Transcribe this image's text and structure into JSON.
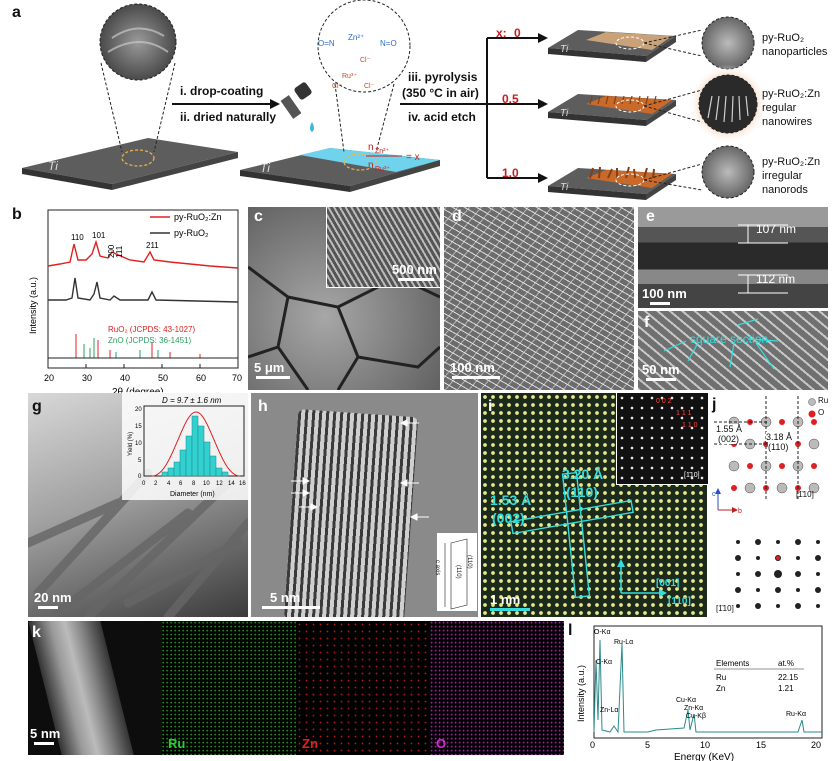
{
  "panel_a": {
    "label": "a",
    "step1": "i. drop-coating",
    "step2": "ii. dried naturally",
    "step3": "iii. pyrolysis",
    "step3b": "(350 °C in air)",
    "step4": "iv. acid etch",
    "ratio_top": "n",
    "ratio_top_sub": "Zn²⁺",
    "ratio_bottom": "n",
    "ratio_bottom_sub": "Ru³⁺",
    "ratio_eq": "= x",
    "x_label": "x:",
    "x_values": [
      "0",
      "0.5",
      "1.0"
    ],
    "substrate": "Ti",
    "products": [
      {
        "line1": "py-RuO₂",
        "line2": "nanoparticles",
        "line3": ""
      },
      {
        "line1": "py-RuO₂:Zn",
        "line2": "regular",
        "line3": "nanowires"
      },
      {
        "line1": "py-RuO₂:Zn",
        "line2": "irregular",
        "line3": "nanorods"
      }
    ],
    "chem": {
      "zn": "Zn²⁺",
      "cl": "Cl⁻",
      "ru": "Ru³⁺",
      "no": "O=N",
      "no2": "N=O"
    }
  },
  "panel_b": {
    "label": "b",
    "ylabel": "Intensity (a.u.)",
    "xlabel": "2θ (degree)",
    "legend": [
      "py-RuO₂:Zn",
      "py-RuO₂"
    ],
    "ref_legend": [
      "RuO₂ (JCPDS: 43-1027)",
      "ZnO (JCPDS: 36-1451)"
    ],
    "peak_labels": [
      "110",
      "101",
      "200",
      "111",
      "211"
    ],
    "xticks": [
      "20",
      "30",
      "40",
      "50",
      "60",
      "70"
    ]
  },
  "panel_c": {
    "label": "c",
    "scale1": "500 nm",
    "scale2": "5 μm"
  },
  "panel_d": {
    "label": "d",
    "scale": "100 nm"
  },
  "panel_e": {
    "label": "e",
    "m1": "107 nm",
    "m2": "112 nm",
    "scale": "100 nm"
  },
  "panel_f": {
    "label": "f",
    "note": "square section",
    "scale": "50 nm"
  },
  "panel_g": {
    "label": "g",
    "scale": "20 nm",
    "inset_title": "D = 9.7 ± 1.6 nm",
    "inset_ylabel": "Yield (%)",
    "inset_xlabel": "Diameter (nm)",
    "inset_xticks": [
      "0",
      "2",
      "4",
      "6",
      "8",
      "10",
      "12",
      "14",
      "16"
    ],
    "inset_yticks": [
      "0",
      "5",
      "10",
      "15",
      "20"
    ]
  },
  "panel_h": {
    "label": "h",
    "scale": "5 nm",
    "axis": "c axis",
    "face1": "(110)",
    "face2": "(110)"
  },
  "panel_i": {
    "label": "i",
    "d1": "3.20 Å",
    "p1": "(110)",
    "d2": "1.53 Å",
    "p2": "(002)",
    "ax1": "[001]",
    "ax2": "[110]",
    "fft": [
      "0 0 2",
      "1 1 1",
      "1 1 0"
    ],
    "zone": "[1̄10]",
    "scale": "1 nm"
  },
  "panel_j": {
    "label": "j",
    "legend": [
      "Ru",
      "O"
    ],
    "d1": "1.55 Å",
    "p1": "(002)",
    "d2": "3.18 Å",
    "p2": "(110)",
    "zone": "[1̄10]",
    "axes": [
      "c",
      "b"
    ]
  },
  "panel_k": {
    "label": "k",
    "scale": "5 nm",
    "maps": [
      "Ru",
      "Zn",
      "O"
    ]
  },
  "panel_l": {
    "label": "l",
    "ylabel": "Intensity (a.u.)",
    "xlabel": "Energy (KeV)",
    "xticks": [
      "0",
      "5",
      "10",
      "15",
      "20"
    ],
    "table_head": [
      "Elements",
      "at.%"
    ],
    "table": [
      [
        "Ru",
        "22.15"
      ],
      [
        "Zn",
        "1.21"
      ]
    ],
    "peaks": [
      "O-Kα",
      "Ru-Lα",
      "C-Kα",
      "Zn-Lα",
      "Cu-Kα",
      "Zn-Kα",
      "Cu-Kβ",
      "Ru-Kα"
    ]
  },
  "colors": {
    "red": "#e02020",
    "black": "#333333",
    "cyan": "#33dddd",
    "orange": "#c96a2a"
  }
}
